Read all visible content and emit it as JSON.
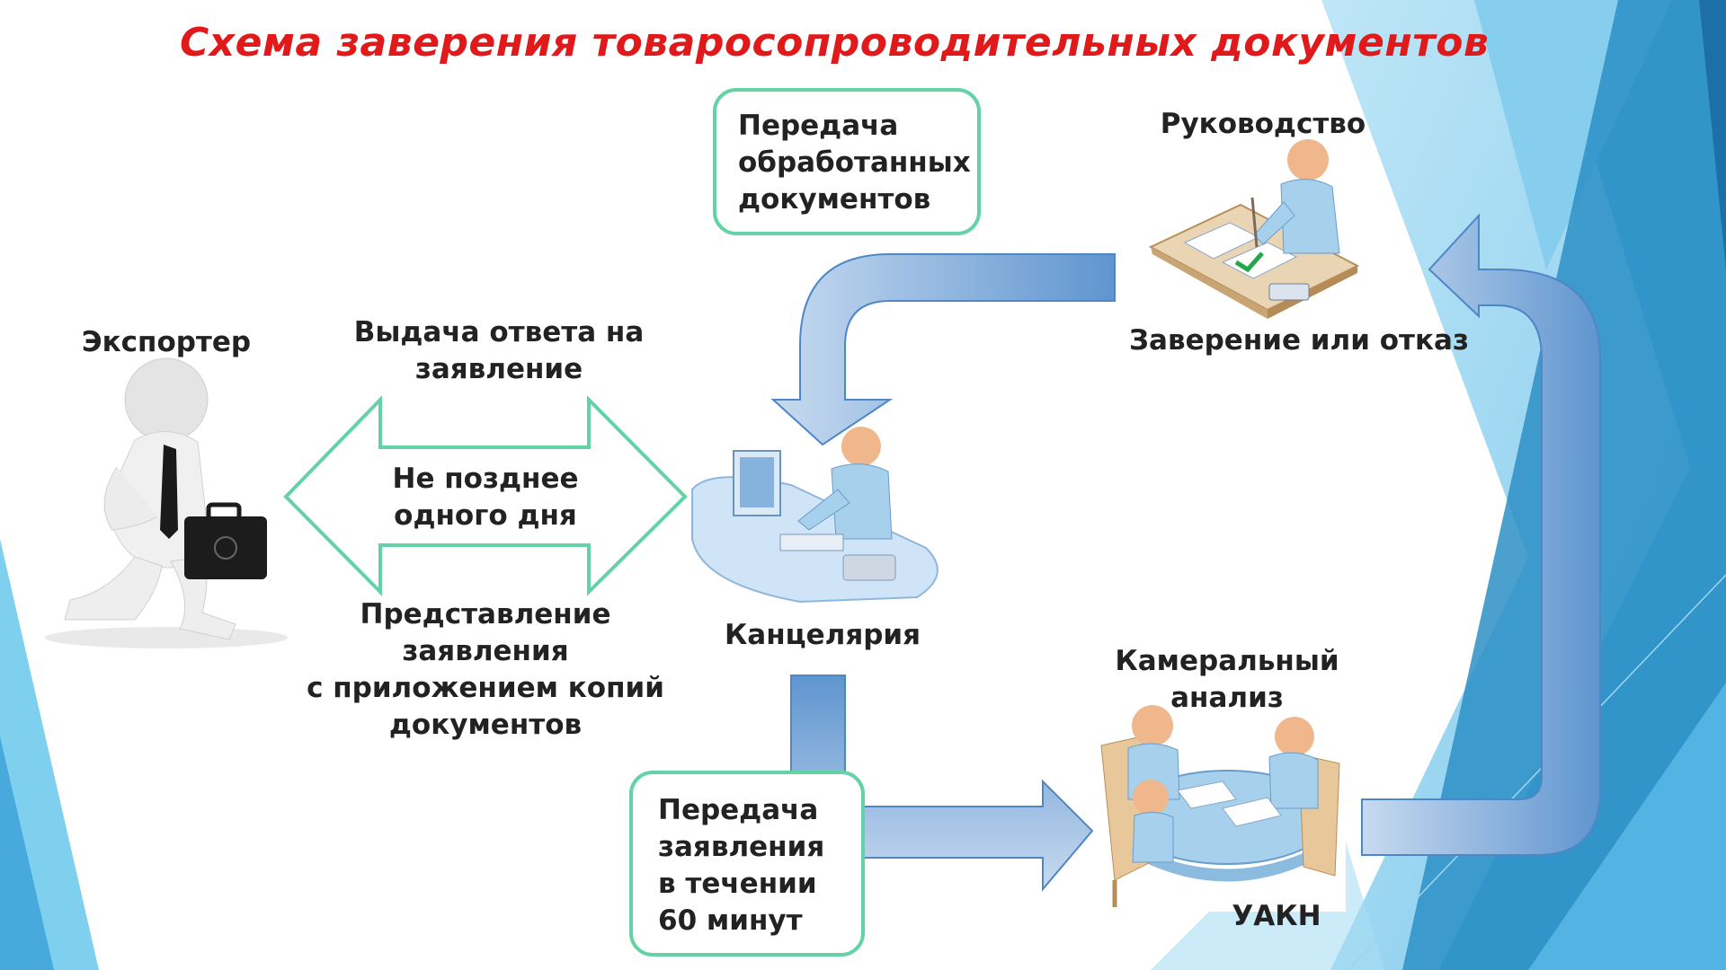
{
  "title": "Схема заверения  товаросопроводительных документов",
  "nodes": {
    "exporter": "Экспортер",
    "management": "Руководство",
    "office": "Канцелярия",
    "desk_analysis": "Камеральный\nанализ",
    "uakn": "УАКН"
  },
  "labels": {
    "response": "Выдача ответа на\nзаявление",
    "deadline": "Не позднее\nодного дня",
    "submission": "Представление заявления\nс приложением копий\nдокументов",
    "certify": "Заверение или отказ"
  },
  "boxes": {
    "transfer_processed": "Передача\nобработанных\nдокументов",
    "transfer_application": "Передача\nзаявления\nв течении\n60 минут"
  },
  "colors": {
    "title": "#e0191b",
    "box_border": "#63d3a6",
    "arrow_blue": "#6f9fd3",
    "bg_blue": "#2e8fc4"
  }
}
